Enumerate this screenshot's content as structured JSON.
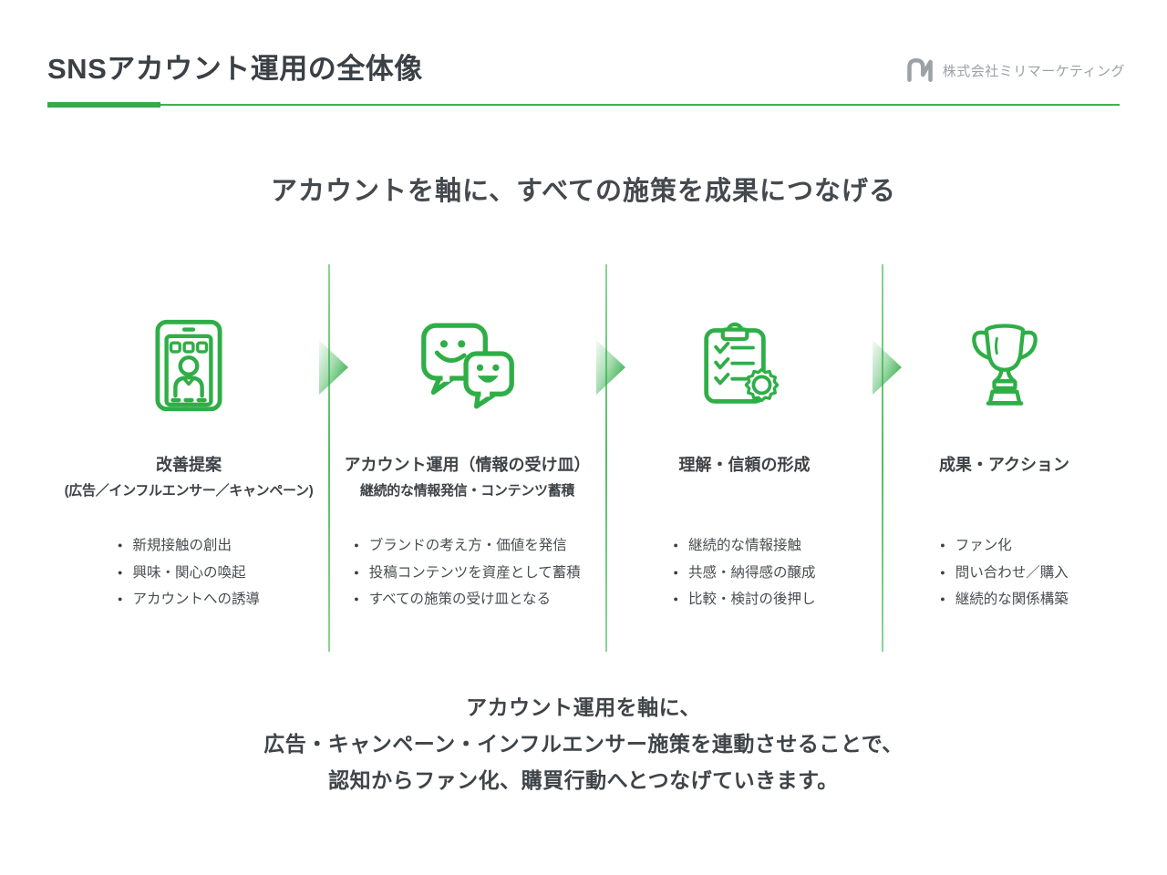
{
  "header": {
    "title": "SNSアカウント運用の全体像",
    "company": "株式会社ミリマーケティング"
  },
  "heading": "アカウントを軸に、すべての施策を成果につなげる",
  "columns": [
    {
      "icon": "tablet-person-icon",
      "title": "改善提案",
      "subtitle": "(広告／インフルエンサー／キャンペーン)",
      "bullets": [
        "新規接触の創出",
        "興味・関心の喚起",
        "アカウントへの誘導"
      ]
    },
    {
      "icon": "chat-bubbles-icon",
      "title": "アカウント運用（情報の受け皿）",
      "subtitle": "継続的な情報発信・コンテンツ蓄積",
      "bullets": [
        "ブランドの考え方・価値を発信",
        "投稿コンテンツを資産として蓄積",
        "すべての施策の受け皿となる"
      ]
    },
    {
      "icon": "clipboard-check-badge-icon",
      "title": "理解・信頼の形成",
      "subtitle": "",
      "bullets": [
        "継続的な情報接触",
        "共感・納得感の醸成",
        "比較・検討の後押し"
      ]
    },
    {
      "icon": "trophy-icon",
      "title": "成果・アクション",
      "subtitle": "",
      "bullets": [
        "ファン化",
        "問い合わせ／購入",
        "継続的な関係構築"
      ]
    }
  ],
  "footer_lines": [
    "アカウント運用を軸に、",
    "広告・キャンペーン・インフルエンサー施策を連動させることで、",
    "認知からファン化、購買行動へとつなげていきます。"
  ],
  "colors": {
    "accent_green": "#2fae47",
    "divider_green": "#54bb62",
    "underline_green": "#37a84c",
    "text_dark": "#3e4347",
    "logo_gray": "#9ba1a5"
  }
}
